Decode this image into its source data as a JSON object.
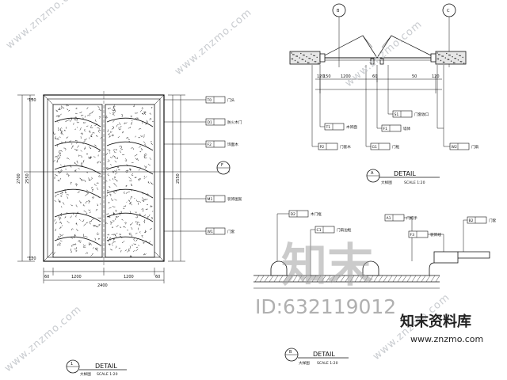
{
  "drawing": {
    "detail_word": "DETAIL",
    "scale_text": "SCALE  1:20",
    "grid_b": "B",
    "grid_c": "C",
    "grid_f": "F",
    "callout_1": "1",
    "callout_a": "A",
    "callout_b": "B"
  },
  "elevation": {
    "caption": "大样图",
    "overall_height": "2700",
    "leaf_height": "2550",
    "top_dim": "150",
    "bottom_dim": "120",
    "leaf_width_left": "1200",
    "leaf_width_right": "1200",
    "overall_width": "2400",
    "edge_dim_left": "60",
    "edge_dim_right": "60",
    "tags": [
      {
        "code": "T0",
        "note": "门头"
      },
      {
        "code": "D1",
        "note": "防火木门"
      },
      {
        "code": "F2",
        "note": "饰面木"
      },
      {
        "code": "M1",
        "note": "装饰图案"
      },
      {
        "code": "W1",
        "note": "门套"
      }
    ]
  },
  "plan": {
    "caption": "大样图",
    "dims": [
      "120",
      "150",
      "1200",
      "60",
      "50",
      "120"
    ],
    "tags": [
      {
        "code": "T1",
        "note": "木饰面"
      },
      {
        "code": "P2",
        "note": "门套木"
      },
      {
        "code": "G1",
        "note": "门框"
      },
      {
        "code": "F1",
        "note": "墙体"
      },
      {
        "code": "S1",
        "note": "门套收口"
      },
      {
        "code": "W2",
        "note": "门扇"
      }
    ]
  },
  "section": {
    "caption": "大样图",
    "tags": [
      {
        "code": "D2",
        "note": "木门框"
      },
      {
        "code": "C1",
        "note": "门扇边框"
      },
      {
        "code": "A1",
        "note": "门把手"
      },
      {
        "code": "B2",
        "note": "门套"
      },
      {
        "code": "F3",
        "note": "装饰线"
      }
    ]
  },
  "watermark": {
    "site": "www.znzmo.com",
    "brand": "知末",
    "brand_full": "知末资料库",
    "id_text": "ID:632119012"
  }
}
